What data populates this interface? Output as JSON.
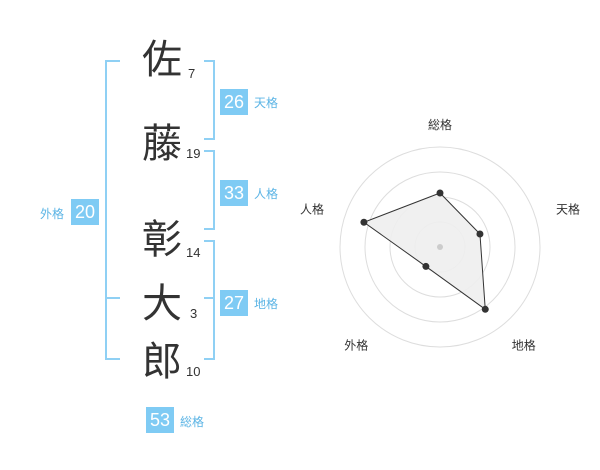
{
  "name_chars": [
    {
      "char": "佐",
      "strokes": "7"
    },
    {
      "char": "藤",
      "strokes": "19"
    },
    {
      "char": "彰",
      "strokes": "14"
    },
    {
      "char": "大",
      "strokes": "3"
    },
    {
      "char": "郎",
      "strokes": "10"
    }
  ],
  "fortunes": {
    "tenkaku": {
      "value": "26",
      "label": "天格"
    },
    "jinkaku": {
      "value": "33",
      "label": "人格"
    },
    "chikaku": {
      "value": "27",
      "label": "地格"
    },
    "gaikaku": {
      "value": "20",
      "label": "外格"
    },
    "soukaku": {
      "value": "53",
      "label": "総格"
    }
  },
  "colors": {
    "accent": "#7fcbf4",
    "label": "#5bb4e5",
    "bracket": "#8fd0f4"
  },
  "chart_data": {
    "type": "radar",
    "axes": [
      "総格",
      "天格",
      "地格",
      "外格",
      "人格"
    ],
    "values": [
      0.54,
      0.42,
      0.77,
      0.24,
      0.8
    ],
    "range": [
      0,
      1
    ],
    "rings": 4
  }
}
